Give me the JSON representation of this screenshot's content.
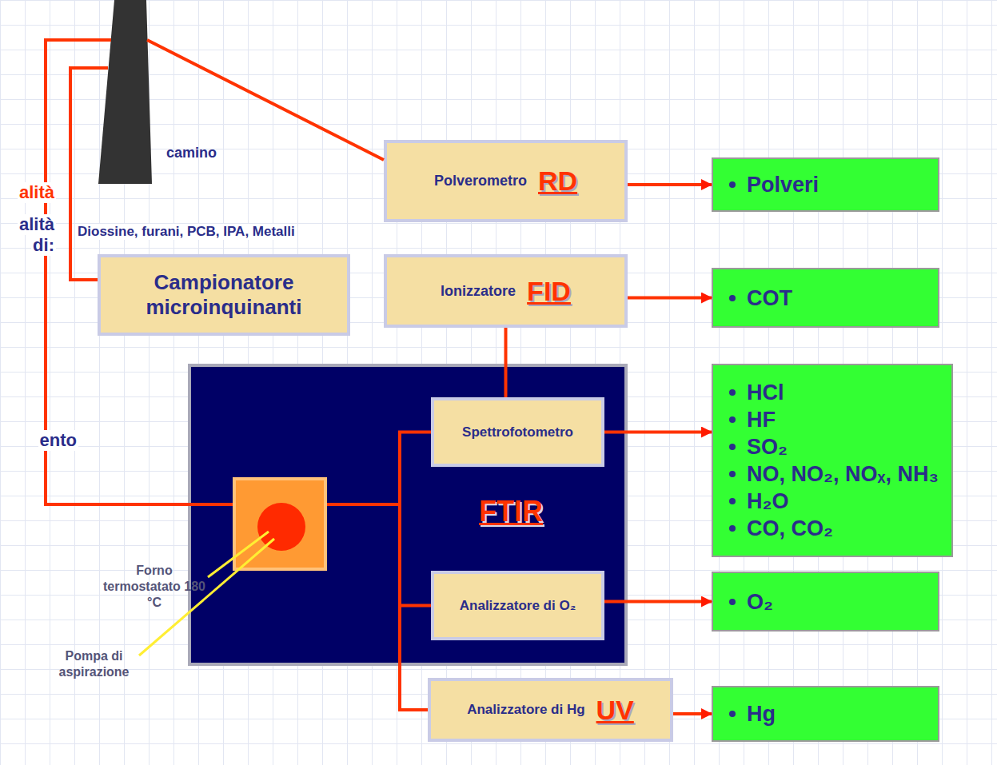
{
  "diagram": {
    "nodes": [
      {
        "text": [
          "camino"
        ]
      },
      {
        "text": [
          "Polverometro",
          "RD"
        ]
      },
      {
        "text": [
          "Polveri"
        ]
      },
      {
        "text": [
          "Campionatore microinquinanti"
        ]
      },
      {
        "text": [
          "Ionizzatore",
          "FID"
        ]
      },
      {
        "text": [
          "COT"
        ]
      },
      {
        "text": [
          "FTIR"
        ]
      },
      {
        "text": [
          "Forno termostatato 180 °C",
          "Pompa di aspirazione"
        ],
        "in": 6
      },
      {
        "text": [
          "Spettrofotometro"
        ],
        "in": 6
      },
      {
        "text": [
          "Analizzatore di O₂"
        ],
        "in": 6
      },
      {
        "text": [
          "Analizzatore di Hg",
          "UV"
        ]
      },
      {
        "text": [
          "HCl",
          "HF",
          "SO₂",
          "NO, NO₂, NOₓ, NH₃",
          "H₂O",
          "CO, CO₂"
        ]
      },
      {
        "text": [
          "O₂"
        ]
      },
      {
        "text": [
          "Hg"
        ]
      }
    ],
    "edges": [
      {
        "from": 0,
        "to": 1,
        "arrow": "none"
      },
      {
        "from": 0,
        "to": 3,
        "arrow": "none"
      },
      {
        "from": 0,
        "to": 7,
        "arrow": "none"
      },
      {
        "from": 1,
        "to": 2,
        "arrow": "to"
      },
      {
        "from": 4,
        "to": 5,
        "arrow": "to"
      },
      {
        "from": 4,
        "to": 8,
        "arrow": "none"
      },
      {
        "from": 7,
        "to": 8,
        "arrow": "none"
      },
      {
        "from": 7,
        "to": 9,
        "arrow": "none"
      },
      {
        "from": 7,
        "to": 10,
        "arrow": "none"
      },
      {
        "from": 8,
        "to": 11,
        "arrow": "to"
      },
      {
        "from": 9,
        "to": 12,
        "arrow": "to"
      },
      {
        "from": 10,
        "to": 13,
        "arrow": "to"
      }
    ],
    "labels": [
      "Diossine, furani, PCB, IPA, Metalli",
      "alità",
      "alità",
      "di:",
      "ento"
    ]
  }
}
